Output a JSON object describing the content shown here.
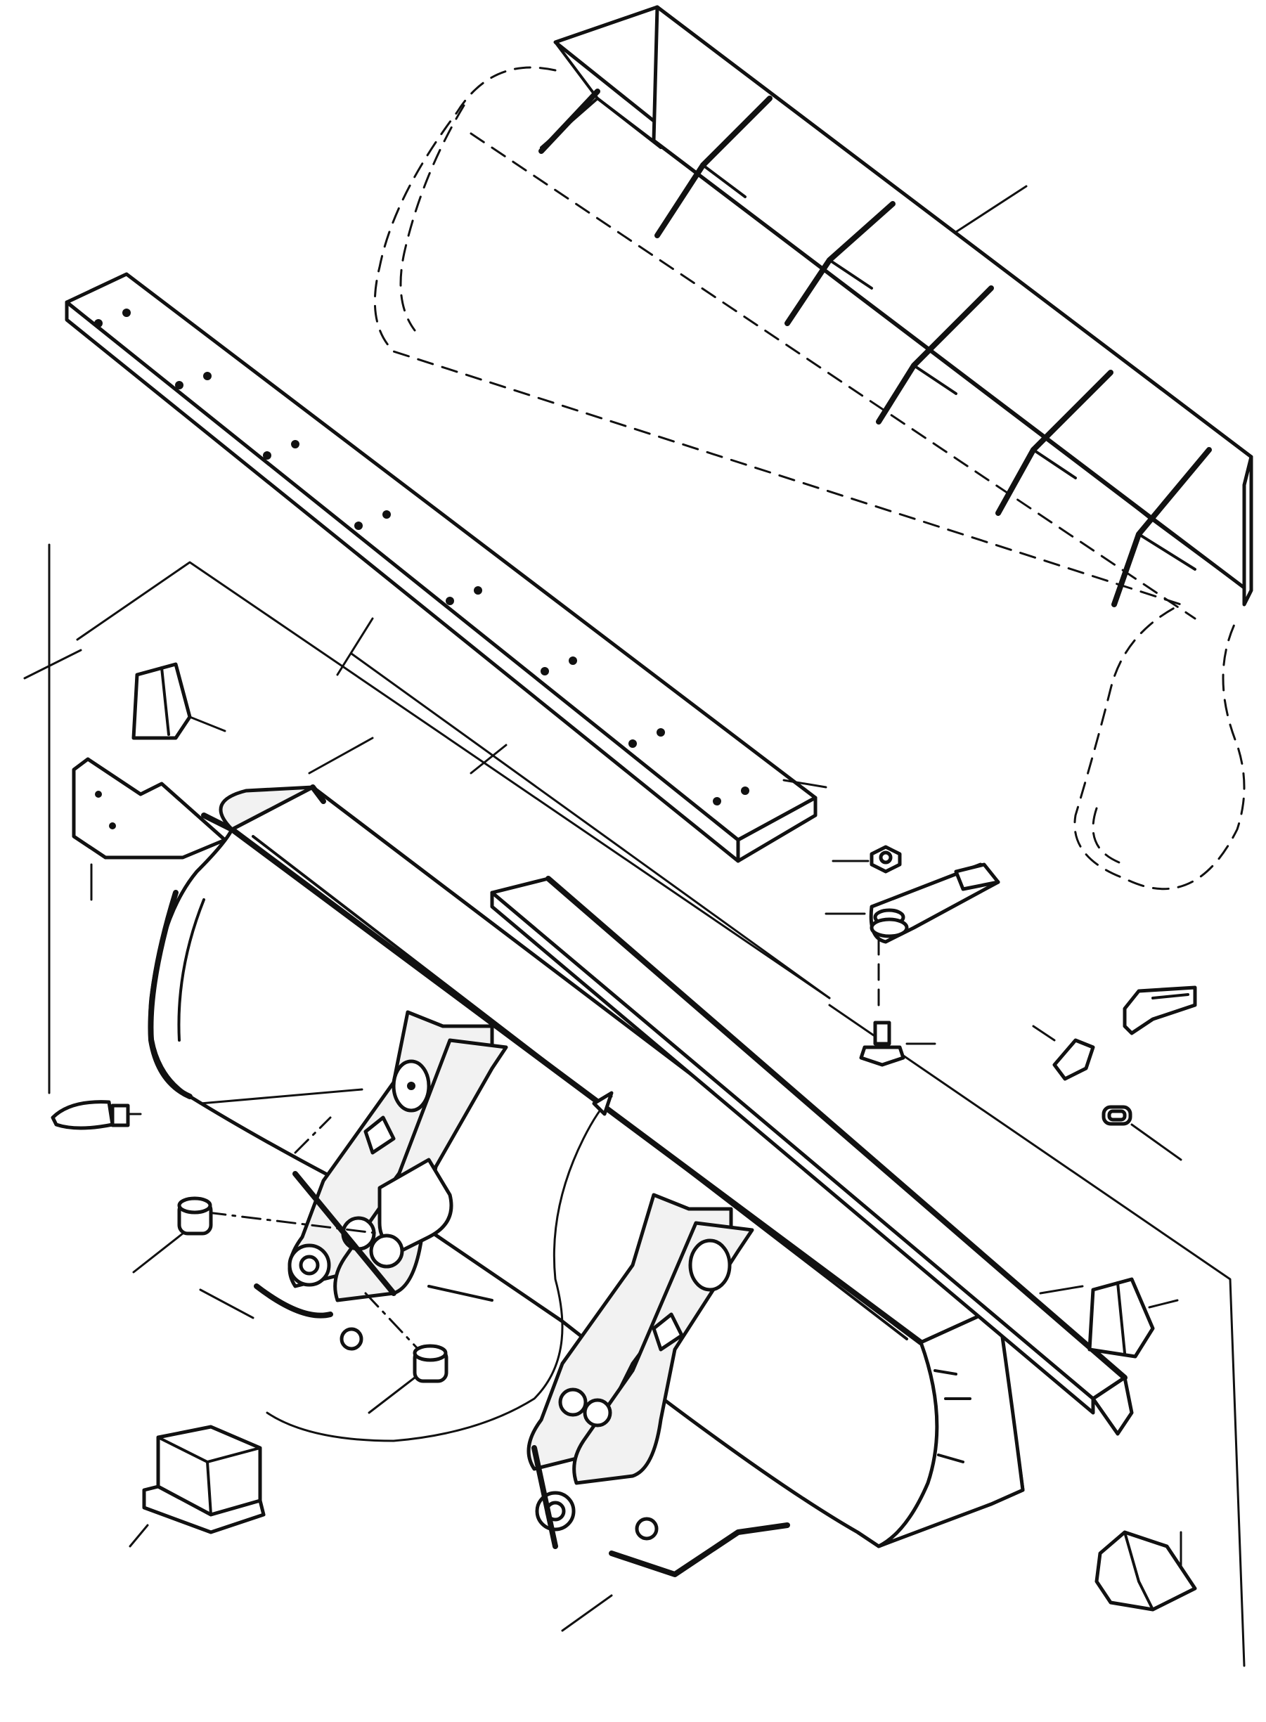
{
  "figure": {
    "kind": "exploded-parts-diagram",
    "line_color": "#111111",
    "background": "#ffffff"
  },
  "parts": [
    {
      "id": "spill-guard",
      "icon": "bucket-spill-guard-icon"
    },
    {
      "id": "bolt-on-cutting-edge",
      "icon": "cutting-edge-icon"
    },
    {
      "id": "loader-bucket",
      "icon": "loader-bucket-icon"
    },
    {
      "id": "bucket-edge-insert",
      "icon": "edge-insert-icon"
    },
    {
      "id": "end-bit-left-upper",
      "icon": "end-bit-icon"
    },
    {
      "id": "end-bit-left-lower",
      "icon": "end-bit-icon"
    },
    {
      "id": "end-bit-right-upper",
      "icon": "end-bit-icon"
    },
    {
      "id": "end-bit-right-lower",
      "icon": "end-bit-icon"
    },
    {
      "id": "tooth-adapter",
      "icon": "tooth-adapter-icon"
    },
    {
      "id": "adapter-nut",
      "icon": "nut-icon"
    },
    {
      "id": "adapter-bolt",
      "icon": "bolt-icon"
    },
    {
      "id": "tooth-point",
      "icon": "tooth-point-icon"
    },
    {
      "id": "tooth-tip",
      "icon": "tooth-tip-icon"
    },
    {
      "id": "retainer",
      "icon": "retainer-icon"
    },
    {
      "id": "bumper-stop",
      "icon": "bumper-stop-icon"
    },
    {
      "id": "pin-bushing-upper",
      "icon": "bushing-icon"
    },
    {
      "id": "pin-bushing-lower",
      "icon": "bushing-icon"
    },
    {
      "id": "shim-pad",
      "icon": "pad-icon"
    }
  ]
}
